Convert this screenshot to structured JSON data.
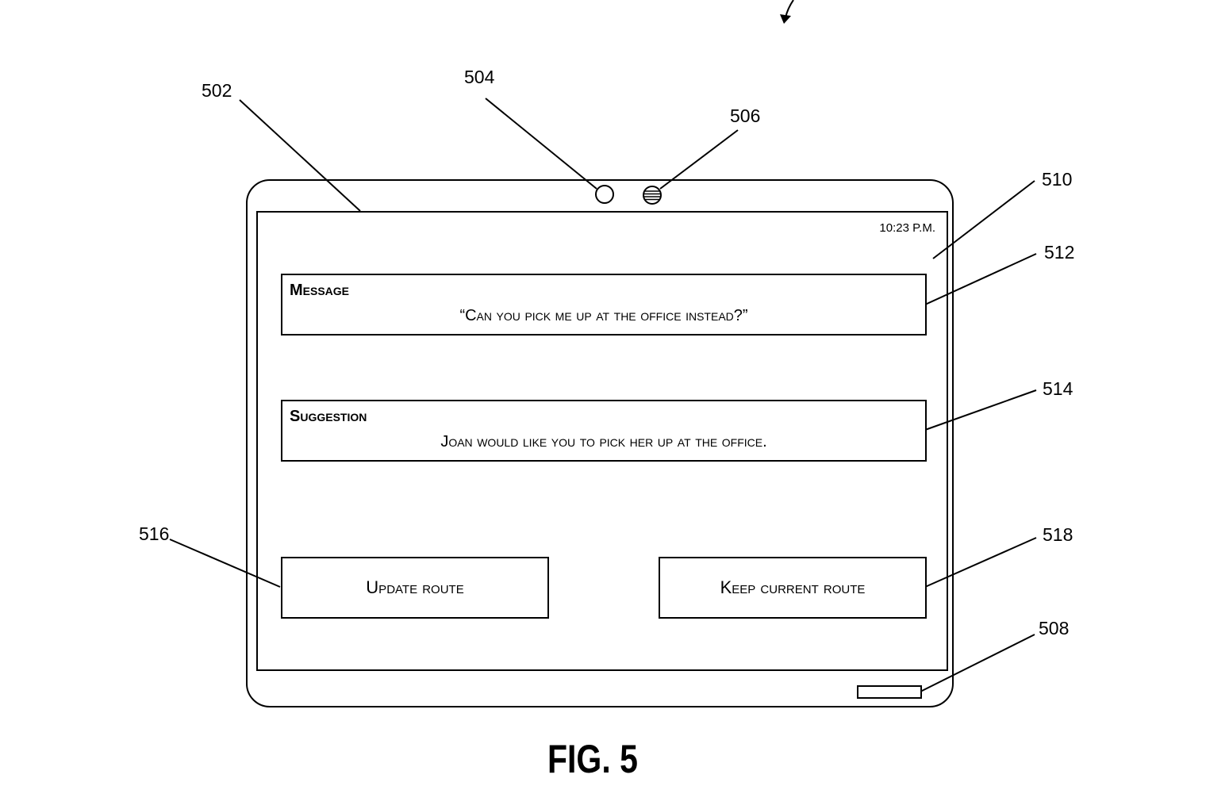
{
  "figure": {
    "caption": "FIG. 5"
  },
  "reference_numerals": {
    "device": "502",
    "camera": "504",
    "speaker": "506",
    "home_button": "508",
    "screen": "510",
    "message_card": "512",
    "suggestion_card": "514",
    "update_button": "516",
    "keep_button": "518"
  },
  "screen": {
    "clock": "10:23 P.M.",
    "message": {
      "title": "Message",
      "body": "“Can you pick me up at the office instead?”"
    },
    "suggestion": {
      "title": "Suggestion",
      "body": "Joan would like you to pick her up at the office."
    },
    "buttons": {
      "update_label": "Update route",
      "keep_label": "Keep current route"
    }
  }
}
